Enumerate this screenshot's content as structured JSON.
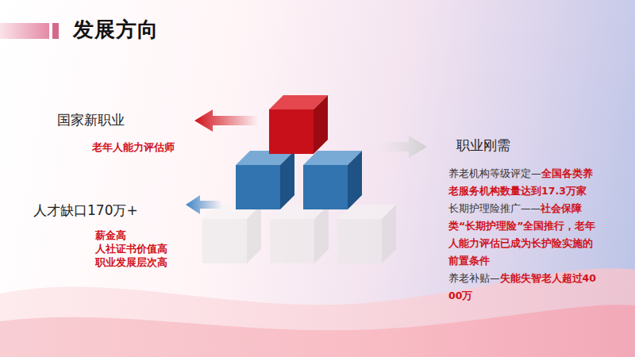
{
  "diagram": {
    "title": "发展方向",
    "labels": [
      "国家新职业",
      "老年人能力评估师",
      "人才缺口170万+",
      "薪金高",
      "人社证书价值高",
      "职业发展层次高",
      "职业刚需",
      "养老机构等级评定—",
      "全国各类养老服务机构数量达到17.3万家",
      "长期护理险推广——",
      "社会保障类“长期护理险”全国推行，老年人能力评估已成为长护险实施的前置条件",
      "养老补贴—",
      "失能失智老人超过4000万"
    ]
  }
}
